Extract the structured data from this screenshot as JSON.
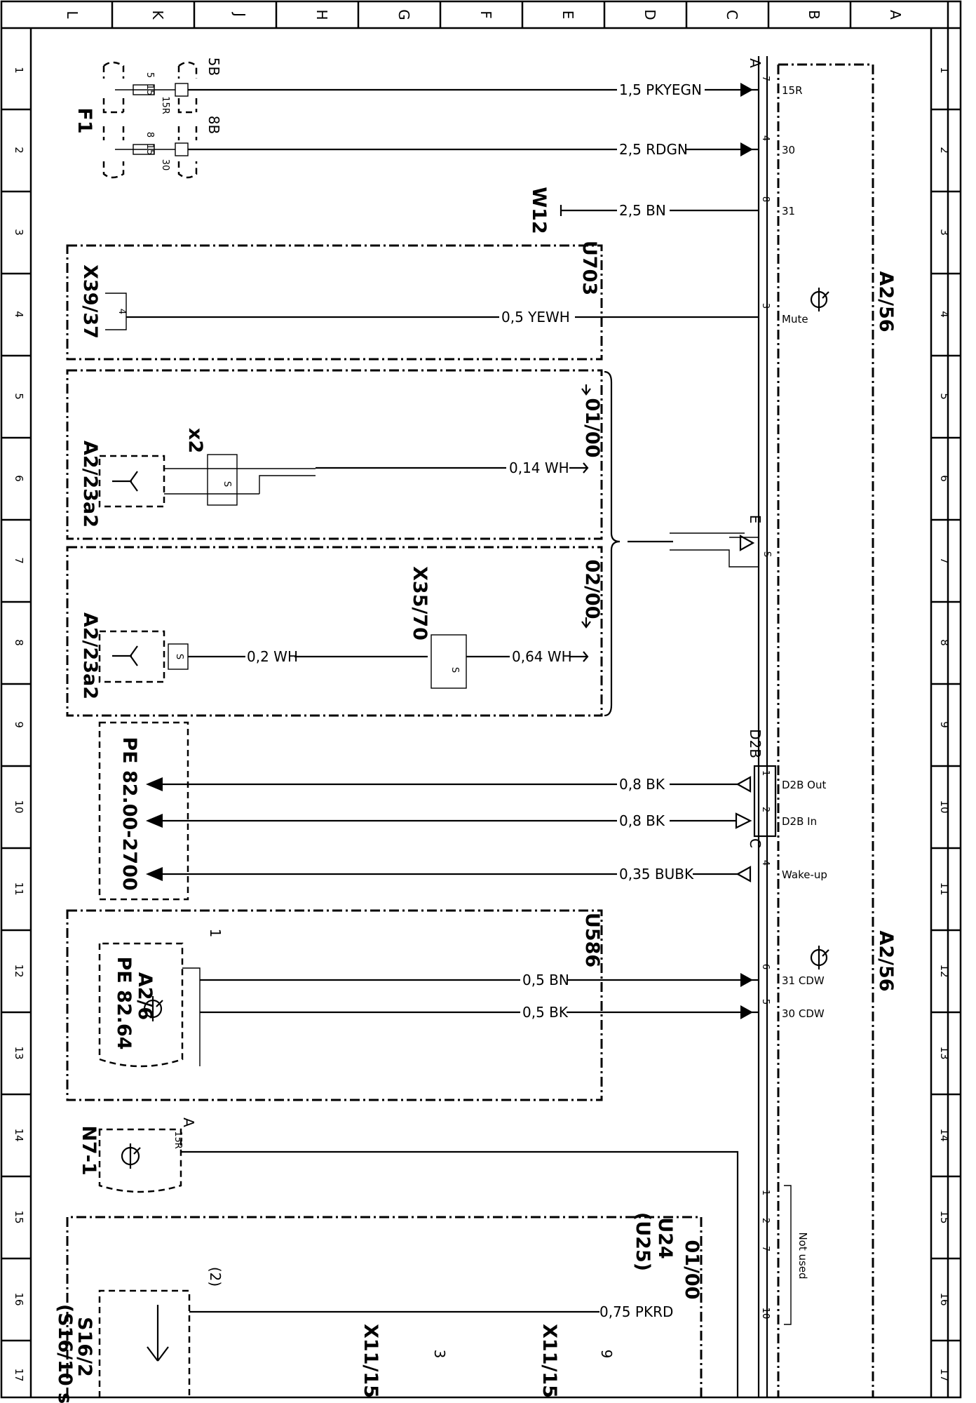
{
  "columns_top": [
    "L",
    "K",
    "J",
    "H",
    "G",
    "F",
    "E",
    "D",
    "C",
    "B",
    "A"
  ],
  "rows": [
    "1",
    "2",
    "3",
    "4",
    "5",
    "6",
    "7",
    "8",
    "9",
    "10",
    "11",
    "12",
    "13",
    "14",
    "15",
    "16",
    "17"
  ],
  "components": {
    "a2_56_top": "A2/56",
    "a2_56_bottom": "A2/56",
    "f1": "F1",
    "fuse_5b": "5B",
    "fuse_8b": "8B",
    "fuse_5_num": "5",
    "fuse_8_num": "8",
    "fuse_15": "15",
    "fuse_15r": "15R",
    "fuse_30": "30",
    "w12": "W12",
    "u703": "U703",
    "x39_37": "X39/37",
    "x39_pin": "4",
    "code_0100_a": "01/00",
    "code_0200": "02/00",
    "a2_23a2_a": "A2/23a2",
    "a2_23a2_b": "A2/23a2",
    "x2": "x2",
    "x35_70": "X35/70",
    "pe_8200": "PE 82.00-2700",
    "u586": "U586",
    "a2_6": "A2/6",
    "pe_8264": "PE 82.64",
    "ref_1": "1",
    "n7_1": "N7-1",
    "n7_pin": "15R",
    "n7_conn": "A",
    "u24": "U24",
    "u25": "(U25)",
    "code_0100_b": "01/00",
    "ref_2": "(2)",
    "s16_2": "S16/2",
    "s16_10": "(S16/10 s",
    "x11_15_a": "X11/15",
    "x11_15_b": "X11/15",
    "ref_3": "3",
    "ref_9": "9",
    "conn_a": "A",
    "conn_e": "E",
    "conn_c": "C",
    "conn_d2b": "D2B"
  },
  "wires": [
    {
      "label": "1,5 PKYEGN",
      "pin": "7",
      "signal": "15R"
    },
    {
      "label": "2,5 RDGN",
      "pin": "4",
      "signal": "30"
    },
    {
      "label": "2,5 BN",
      "pin": "8",
      "signal": "31"
    },
    {
      "label": "0,5 YEWH",
      "pin": "3",
      "signal": "Mute"
    },
    {
      "label": "0,14 WH"
    },
    {
      "label": "0,2 WH"
    },
    {
      "label": "0,64 WH"
    },
    {
      "label": "0,8 BK",
      "pin": "1",
      "signal": "D2B Out"
    },
    {
      "label": "0,8 BK",
      "pin": "2",
      "signal": "D2B In"
    },
    {
      "label": "0,35 BUBK",
      "pin": "4",
      "signal": "Wake-up"
    },
    {
      "label": "0,5 BN",
      "pin": "6",
      "signal": "31 CDW"
    },
    {
      "label": "0,5 BK",
      "pin": "5",
      "signal": "30 CDW"
    },
    {
      "label": "0,75 PKRD",
      "pin": "10"
    }
  ],
  "not_used": {
    "label": "Not used",
    "pins": [
      "1",
      "2",
      "7",
      "10"
    ]
  },
  "shield_mark": "S"
}
